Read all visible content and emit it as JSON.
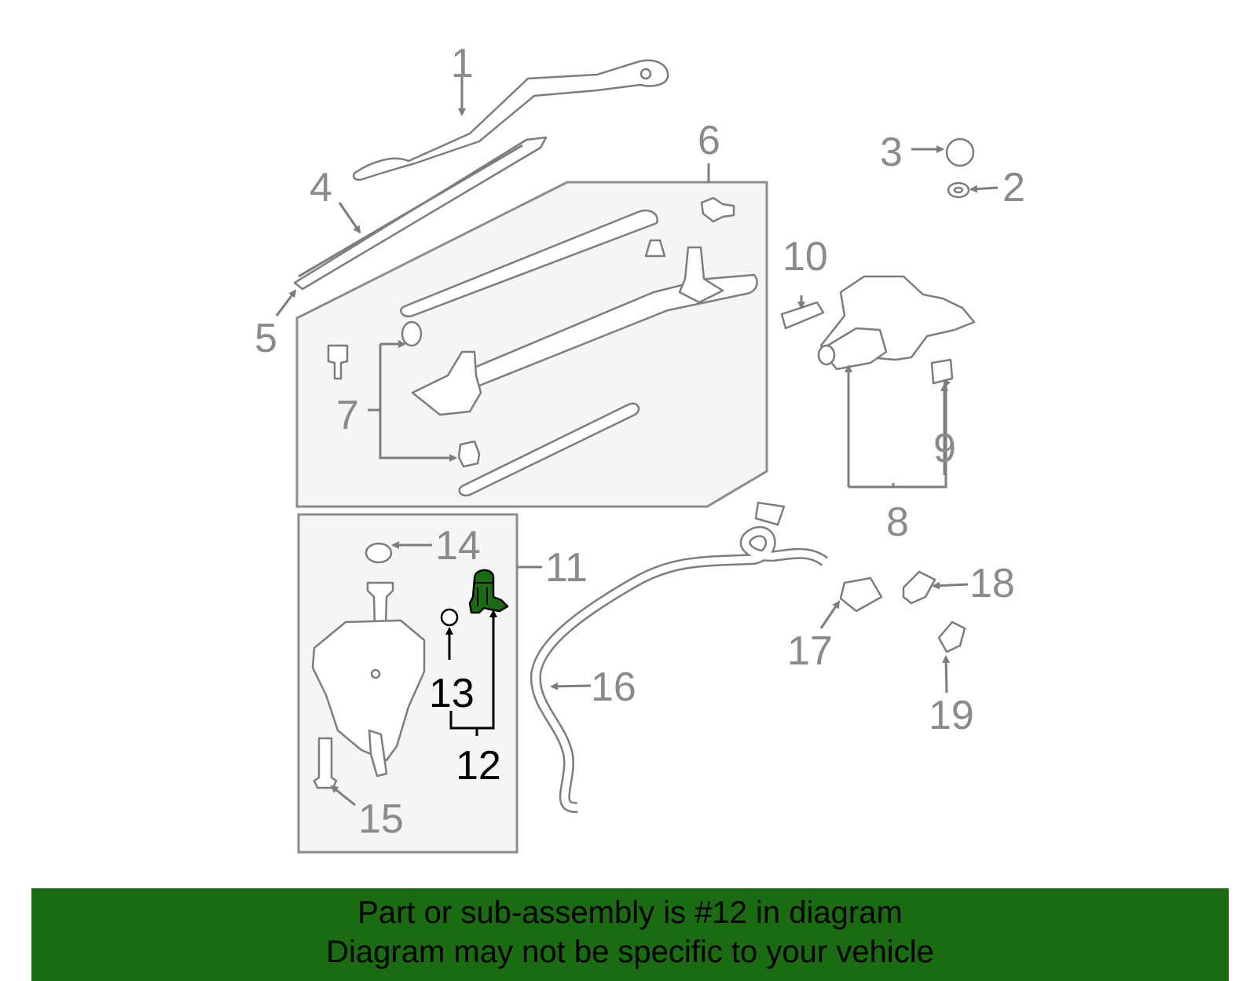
{
  "diagram": {
    "callouts": [
      "1",
      "2",
      "3",
      "4",
      "5",
      "6",
      "7",
      "8",
      "9",
      "10",
      "11",
      "12",
      "13",
      "14",
      "15",
      "16",
      "17",
      "18",
      "19"
    ],
    "highlighted_callout": "12",
    "colors": {
      "line": "#7d7d7d",
      "highlight_part": "#1a6b12",
      "highlight_text": "#000000",
      "box_fill": "#f5f5f5"
    }
  },
  "banner": {
    "line1": "Part or sub-assembly is #12 in diagram",
    "line2": "Diagram may not be specific to your vehicle",
    "background": "#1a6b12"
  }
}
